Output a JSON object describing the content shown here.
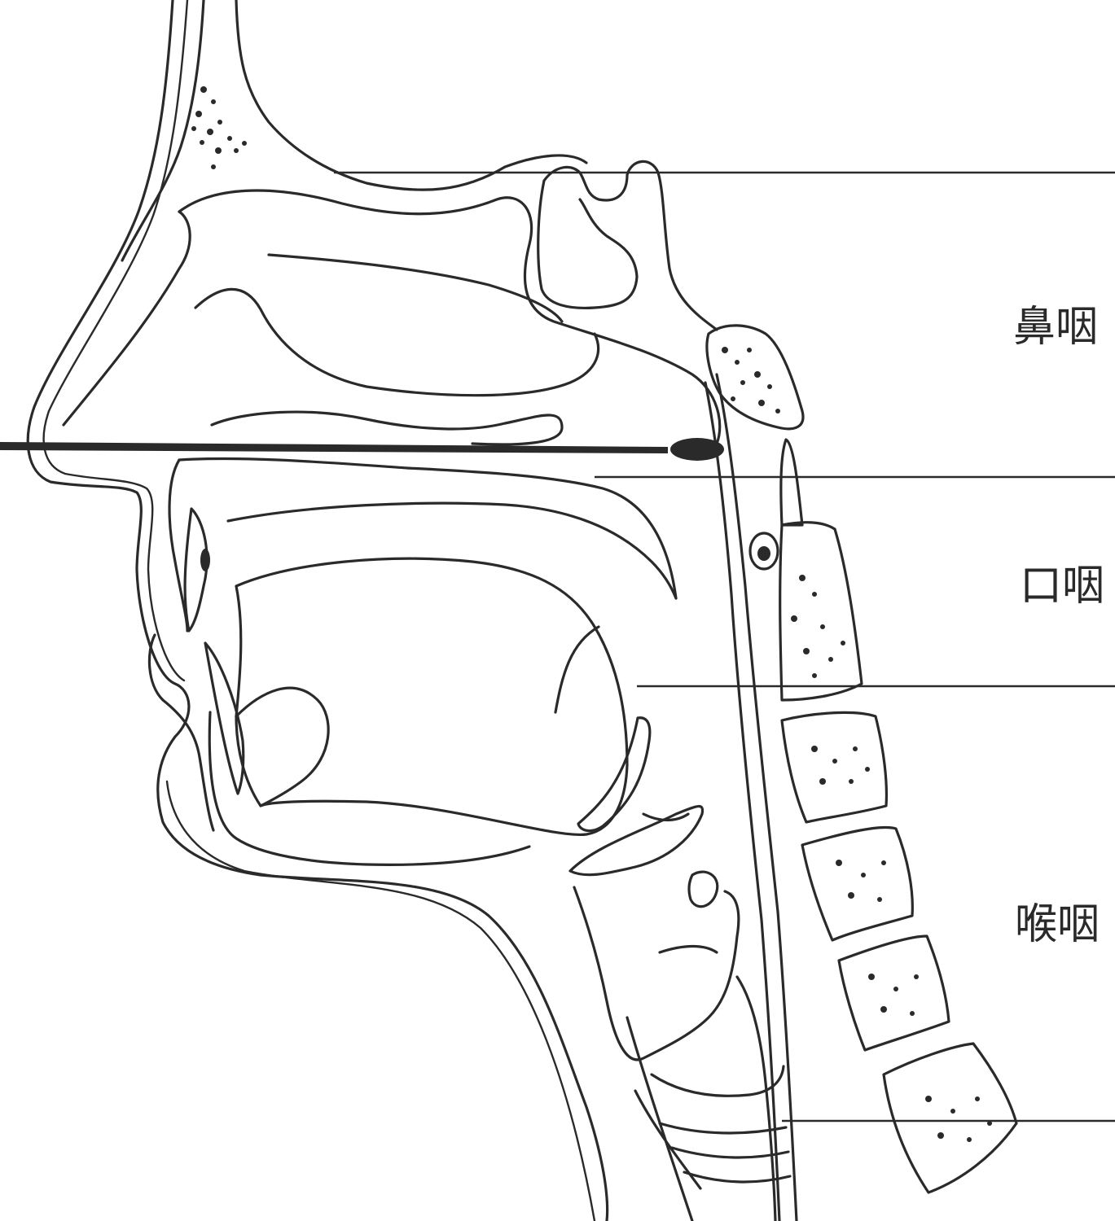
{
  "labels": {
    "nasopharynx": "鼻咽",
    "oropharynx": "口咽",
    "laryngopharynx": "喉咽"
  },
  "colors": {
    "line": "#2a2a2a",
    "background": "#ffffff",
    "bone_speckle": "#2a2a2a"
  }
}
